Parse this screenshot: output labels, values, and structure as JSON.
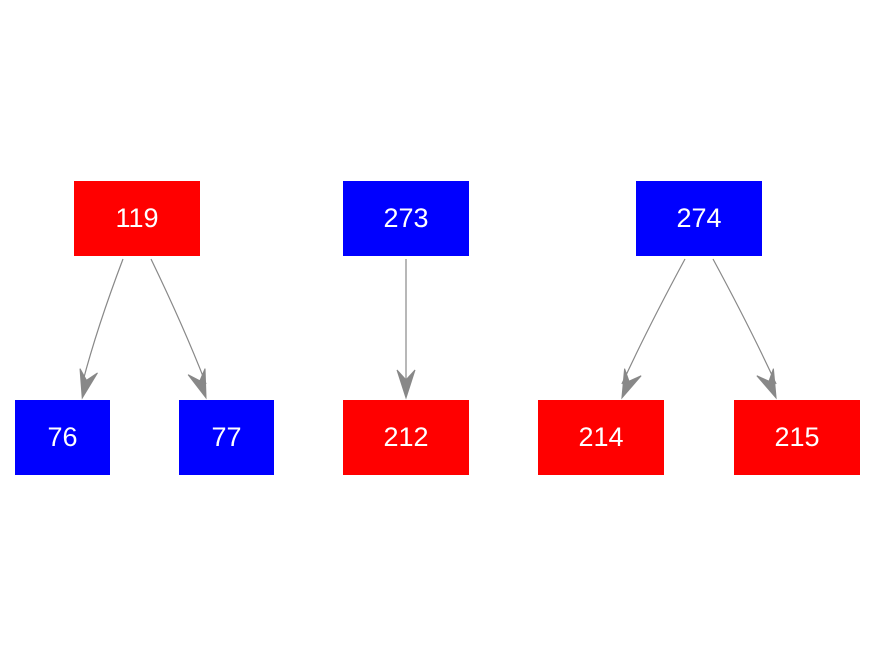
{
  "colors": {
    "red": "#ff0000",
    "blue": "#0000ff",
    "edge": "#888888",
    "text": "#ffffff"
  },
  "nodes": [
    {
      "id": "n119",
      "label": "119",
      "color": "red"
    },
    {
      "id": "n76",
      "label": "76",
      "color": "blue"
    },
    {
      "id": "n77",
      "label": "77",
      "color": "blue"
    },
    {
      "id": "n273",
      "label": "273",
      "color": "blue"
    },
    {
      "id": "n212",
      "label": "212",
      "color": "red"
    },
    {
      "id": "n274",
      "label": "274",
      "color": "blue"
    },
    {
      "id": "n214",
      "label": "214",
      "color": "red"
    },
    {
      "id": "n215",
      "label": "215",
      "color": "red"
    }
  ],
  "edges": [
    {
      "from": "n119",
      "to": "n76"
    },
    {
      "from": "n119",
      "to": "n77"
    },
    {
      "from": "n273",
      "to": "n212"
    },
    {
      "from": "n274",
      "to": "n214"
    },
    {
      "from": "n274",
      "to": "n215"
    }
  ]
}
